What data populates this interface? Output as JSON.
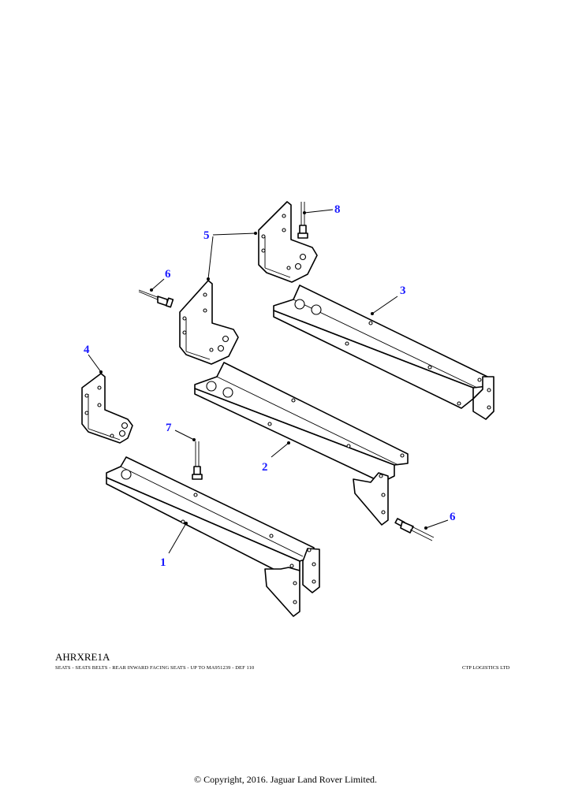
{
  "diagram_code": "AHRXRE1A",
  "description": "SEATS - SEATS  BELTS - REAR INWARD FACING SEATS - UP TO MA951239 - DEF 110",
  "supplier": "CTP LOGISTICS LTD",
  "copyright": "© Copyright, 2016. Jaguar Land Rover Limited.",
  "callouts": [
    "1",
    "2",
    "3",
    "4",
    "5",
    "6",
    "6",
    "7",
    "8"
  ],
  "callout_color": "#1a1aff"
}
